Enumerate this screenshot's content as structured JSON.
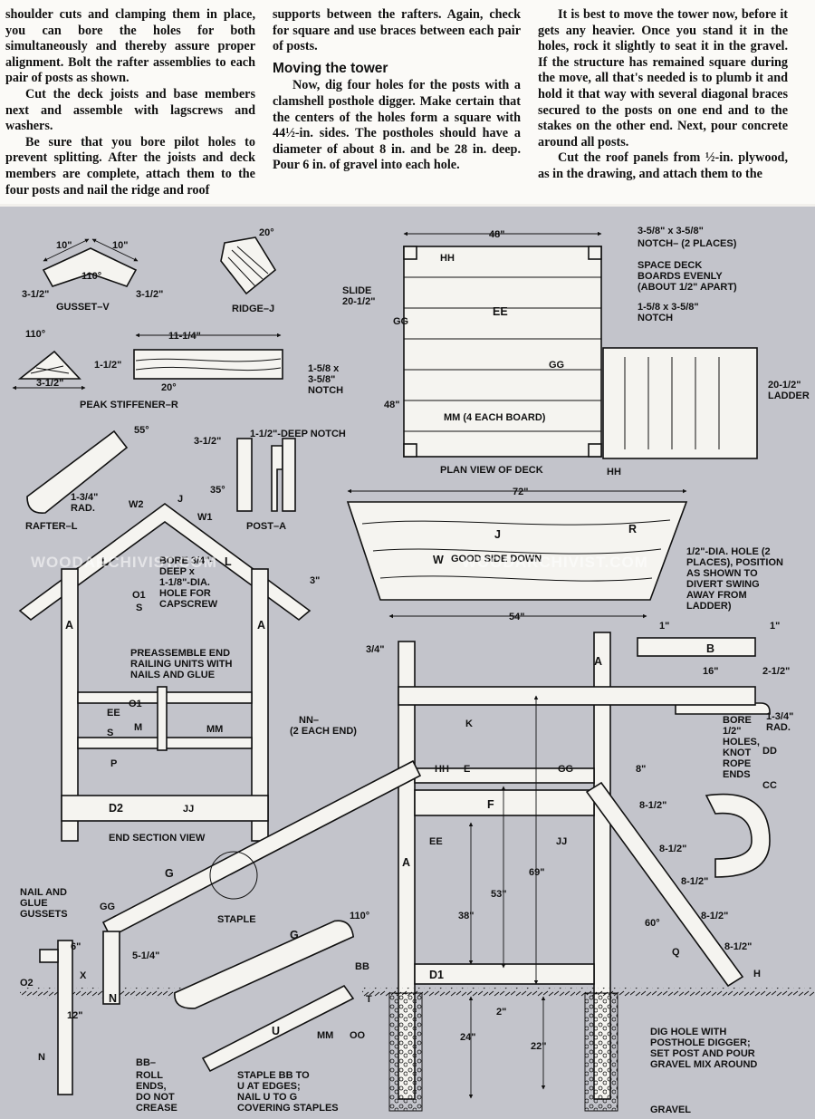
{
  "article": {
    "col1_p1": "shoulder cuts and clamping them in place, you can bore the holes for both simultaneously and thereby assure proper alignment. Bolt the rafter assemblies to each pair of posts as shown.",
    "col1_p2": "Cut the deck joists and base members next and assemble with lagscrews and washers.",
    "col1_p3": "Be sure that you bore pilot holes to prevent splitting. After the joists and deck members are complete, attach them to the four posts and nail the ridge and roof",
    "col2_p1": "supports between the rafters. Again, check for square and use braces between each pair of posts.",
    "col2_heading": "Moving the tower",
    "col2_p2": "Now, dig four holes for the posts with a clamshell posthole digger. Make certain that the centers of the holes form a square with 44½-in. sides. The postholes should have a diameter of about 8 in. and be 28 in. deep. Pour 6 in. of gravel into each hole.",
    "col3_p1": "It is best to move the tower now, before it gets any heavier. Once you stand it in the holes, rock it slightly to seat it in the gravel. If the structure has remained square during the move, all that's needed is to plumb it and hold it that way with several diagonal braces secured to the posts on one end and to the stakes on the other end. Next, pour concrete around all posts.",
    "col3_p2": "Cut the roof panels from ½-in. plywood, as in the drawing, and attach them to the"
  },
  "watermark": {
    "left": "WOODARCHIVIST.COM",
    "right": "WOODARCHIVIST.COM"
  },
  "drawing": {
    "gusset": {
      "dim_a": "10\"",
      "dim_b": "10\"",
      "angle": "110°",
      "dim_c": "3-1/2\"",
      "dim_d": "3-1/2\"",
      "label": "GUSSET–V"
    },
    "ridge": {
      "angle": "20°",
      "label": "RIDGE–J"
    },
    "stiffener": {
      "angle_a": "110°",
      "dim_a": "1-1/2\"",
      "dim_b": "11-1/4\"",
      "dim_c": "3-1/2\"",
      "angle_b": "20°",
      "label": "PEAK STIFFENER–R"
    },
    "rafter": {
      "angle": "55°",
      "rad": "1-3/4\"",
      "rad2": "RAD.",
      "label": "RAFTER–L"
    },
    "post": {
      "dim_a": "3-1/2\"",
      "notch": "1-1/2\"-DEEP NOTCH",
      "angle": "35°",
      "label": "POST–A"
    },
    "deck": {
      "width": "48\"",
      "hh": "HH",
      "slide_a": "SLIDE",
      "slide_b": "20-1/2\"",
      "gg": "GG",
      "ee": "EE",
      "notch_top_a": "3-5/8\" x 3-5/8\"",
      "notch_top_b": "NOTCH– (2 PLACES)",
      "space_a": "SPACE DECK",
      "space_b": "BOARDS EVENLY",
      "space_c": "(ABOUT 1/2\" APART)",
      "notch_mid_a": "1-5/8 x 3-5/8\"",
      "notch_mid_b": "NOTCH",
      "notch_left_a": "1-5/8 x",
      "notch_left_b": "3-5/8\"",
      "notch_left_c": "NOTCH",
      "gg2": "GG",
      "height": "48\"",
      "mm": "MM (4 EACH BOARD)",
      "ladder_a": "20-1/2\"",
      "ladder_b": "LADDER",
      "hh2": "HH",
      "title": "PLAN VIEW OF DECK"
    },
    "end_section": {
      "w2": "W2",
      "j": "J",
      "w1": "W1",
      "l1": "L",
      "l2": "L",
      "dim3": "3\"",
      "bore_a": "BORE 3/4\"-",
      "bore_b": "DEEP x",
      "bore_c": "1-1/8\"-DIA.",
      "bore_d": "HOLE FOR",
      "bore_e": "CAPSCREW",
      "a1": "A",
      "a2": "A",
      "o1": "O1",
      "s1": "S",
      "s2": "S",
      "pre_a": "PREASSEMBLE END",
      "pre_b": "RAILING UNITS WITH",
      "pre_c": "NAILS AND GLUE",
      "ee": "EE",
      "o1b": "O1",
      "m": "M",
      "mm": "MM",
      "p": "P",
      "d2": "D2",
      "jj": "JJ",
      "title": "END SECTION VIEW"
    },
    "roof": {
      "width": "72\"",
      "j": "J",
      "r": "R",
      "w": "W",
      "good": "GOOD SIDE DOWN",
      "base": "54\""
    },
    "swing": {
      "hole_a": "1/2\"-DIA. HOLE (2",
      "hole_b": "PLACES), POSITION",
      "hole_c": "AS SHOWN TO",
      "hole_d": "DIVERT SWING",
      "hole_e": "AWAY FROM",
      "hole_f": "LADDER)",
      "d1": "1\"",
      "d2": "1\"",
      "b1": "B",
      "d16": "16\"",
      "d212": "2-1/2\"",
      "b2": "B",
      "rad_a": "1-3/4\"",
      "rad_b": "RAD.",
      "bore_a": "BORE",
      "bore_b": "1/2\"",
      "bore_c": "HOLES,",
      "bore_d": "KNOT",
      "bore_e": "ROPE",
      "bore_f": "ENDS",
      "dd": "DD",
      "cc": "CC"
    },
    "tower": {
      "d34": "3/4\"",
      "a_top": "A",
      "nn_a": "NN–",
      "nn_b": "(2 EACH END)",
      "k": "K",
      "hh": "HH",
      "e": "E",
      "gg": "GG",
      "d8": "8\"",
      "f": "F",
      "ee": "EE",
      "jj": "JJ",
      "a_left": "A",
      "d53": "53\"",
      "d69": "69\"",
      "d38": "38\"",
      "d1": "D1",
      "d2": "2\"",
      "d24": "24\"",
      "d22": "22\"",
      "step1": "8-1/2\"",
      "step2": "8-1/2\"",
      "step3": "8-1/2\"",
      "step4": "8-1/2\"",
      "step5": "8-1/2\"",
      "angle60": "60°",
      "q": "Q",
      "h": "H",
      "dig_a": "DIG HOLE WITH",
      "dig_b": "POSTHOLE DIGGER;",
      "dig_c": "SET POST AND POUR",
      "dig_d": "GRAVEL MIX AROUND",
      "gravel": "GRAVEL"
    },
    "slide": {
      "g1": "G",
      "nail_a": "NAIL AND",
      "nail_b": "GLUE",
      "nail_c": "GUSSETS",
      "gg": "GG",
      "d6": "6\"",
      "x": "X",
      "o2": "O2",
      "n1": "N",
      "d12": "12\"",
      "n2": "N",
      "staple": "STAPLE",
      "g2": "G",
      "a110": "110°",
      "d514": "5-1/4\"",
      "bb": "BB",
      "t": "T",
      "u": "U",
      "mm": "MM",
      "oo": "OO",
      "bb2": "BB–",
      "roll_a": "ROLL",
      "roll_b": "ENDS,",
      "roll_c": "DO NOT",
      "roll_d": "CREASE",
      "st_a": "STAPLE BB TO",
      "st_b": "U AT EDGES;",
      "st_c": "NAIL U TO G",
      "st_d": "COVERING STAPLES"
    }
  }
}
